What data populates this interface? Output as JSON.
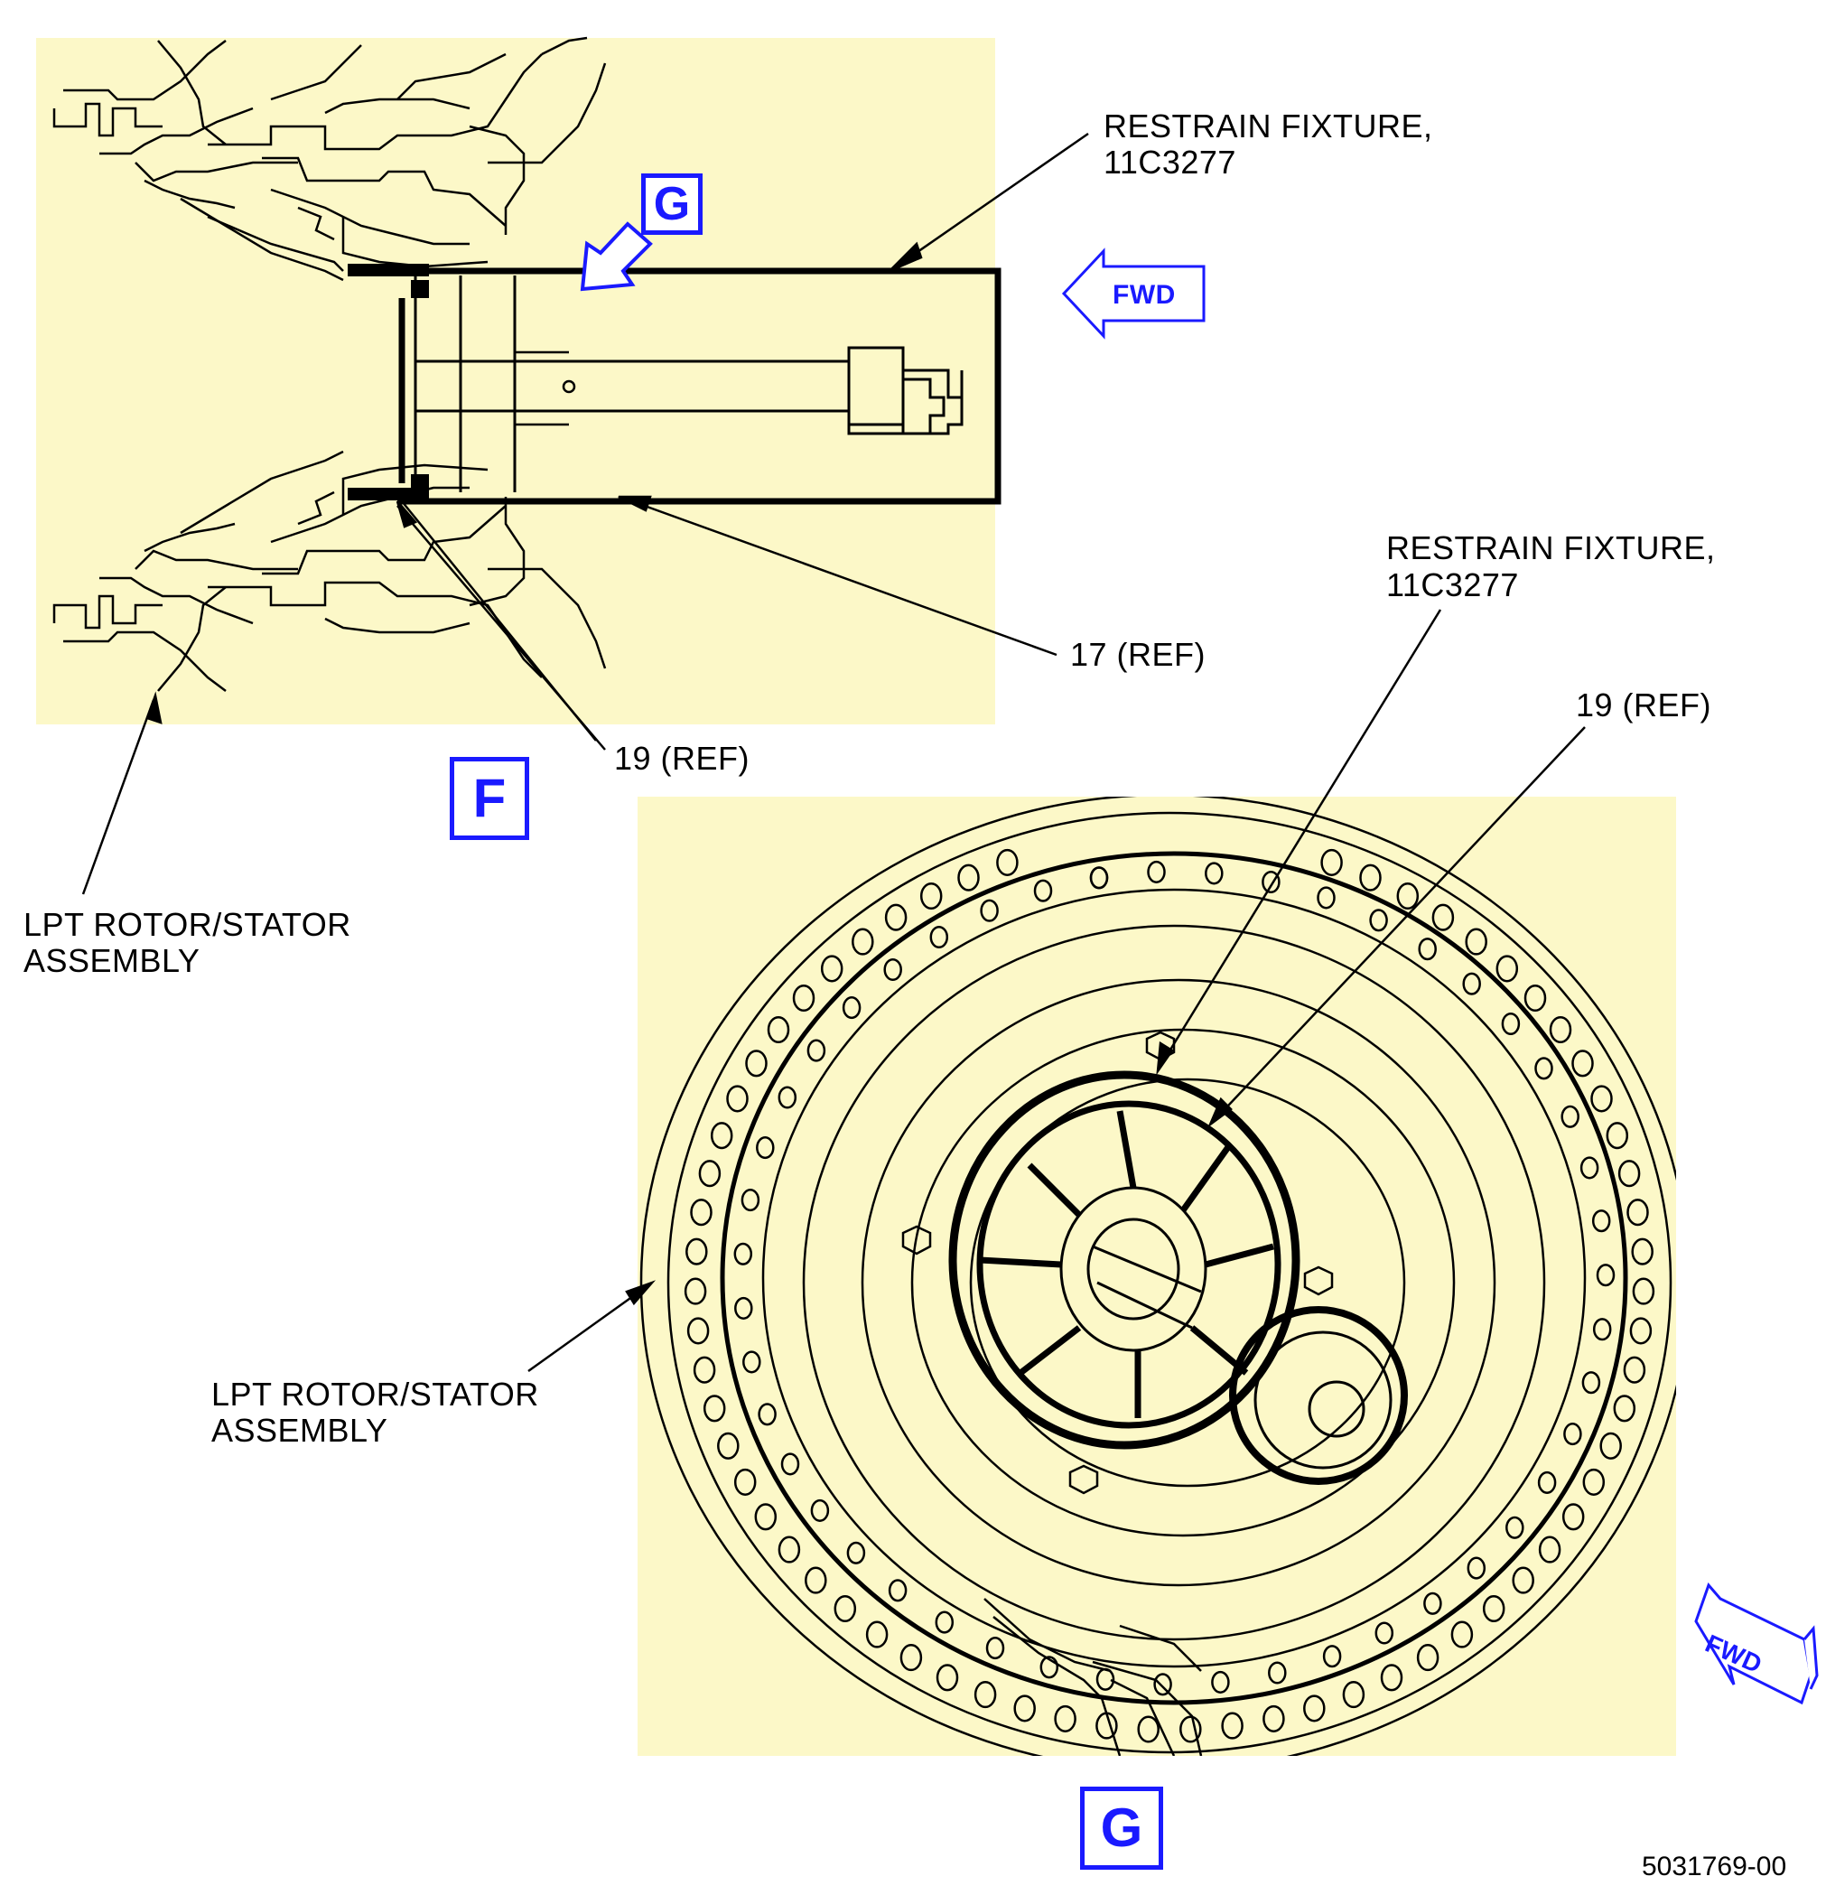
{
  "view_markers": {
    "g_top": "G",
    "f_bottom": "F",
    "g_bottom": "G"
  },
  "labels": {
    "restrain_fixture_top_line1": "RESTRAIN FIXTURE,",
    "restrain_fixture_top_line2": "11C3277",
    "ref_17": "17 (REF)",
    "ref_19_top": "19 (REF)",
    "lpt_left_line1": "LPT ROTOR/STATOR",
    "lpt_left_line2": "ASSEMBLY",
    "restrain_fixture_view_g_line1": "RESTRAIN FIXTURE,",
    "restrain_fixture_view_g_line2": "11C3277",
    "ref_19_view_g": "19 (REF)",
    "lpt_view_g_line1": "LPT ROTOR/STATOR",
    "lpt_view_g_line2": "ASSEMBLY"
  },
  "fwd_arrows": {
    "top": "FWD",
    "bottom": "FWD"
  },
  "figure_number": "5031769-00",
  "colors": {
    "panel_fill": "#fcf8c8",
    "marker_blue": "#1a1aff",
    "line": "#000000"
  }
}
